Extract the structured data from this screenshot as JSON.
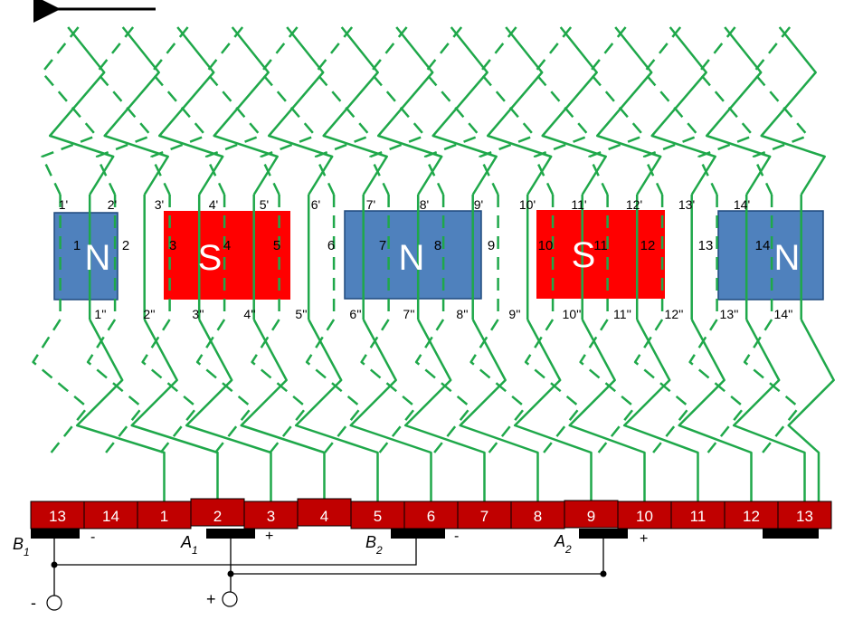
{
  "colors": {
    "winding": "#1fa84a",
    "north_pole": "#4f81bd",
    "north_pole_border": "#1f497d",
    "south_pole": "#ff0000",
    "commutator": "#c00000",
    "brush": "#000000",
    "wire": "#000000",
    "text": "#000000",
    "pole_text": "#ffffff"
  },
  "direction_arrow": {
    "icon": "arrow-left-icon"
  },
  "poles": [
    {
      "id": "pole-1",
      "letter": "N",
      "polarity": "north"
    },
    {
      "id": "pole-2",
      "letter": "S",
      "polarity": "south"
    },
    {
      "id": "pole-3",
      "letter": "N",
      "polarity": "north"
    },
    {
      "id": "pole-4",
      "letter": "S",
      "polarity": "south"
    },
    {
      "id": "pole-5",
      "letter": "N",
      "polarity": "north"
    }
  ],
  "slot_numbers": [
    "1",
    "2",
    "3",
    "4",
    "5",
    "6",
    "7",
    "8",
    "9",
    "10",
    "11",
    "12",
    "13",
    "14"
  ],
  "top_side_labels": [
    "1'",
    "2'",
    "3'",
    "4'",
    "5'",
    "6'",
    "7'",
    "8'",
    "9'",
    "10'",
    "11'",
    "12'",
    "13'",
    "14'"
  ],
  "bottom_side_labels": [
    "1''",
    "2''",
    "3''",
    "4''",
    "5''",
    "6''",
    "7''",
    "8''",
    "9''",
    "10''",
    "11''",
    "12''",
    "13''",
    "14''"
  ],
  "commutator_segments": [
    "13",
    "14",
    "1",
    "2",
    "3",
    "4",
    "5",
    "6",
    "7",
    "8",
    "9",
    "10",
    "11",
    "12",
    "13"
  ],
  "brushes": [
    {
      "name": "B",
      "sub": "1",
      "sign": "-"
    },
    {
      "name": "A",
      "sub": "1",
      "sign": "+"
    },
    {
      "name": "B",
      "sub": "2",
      "sign": "-"
    },
    {
      "name": "A",
      "sub": "2",
      "sign": "+"
    }
  ],
  "terminals": [
    {
      "sign": "-"
    },
    {
      "sign": "+"
    }
  ]
}
